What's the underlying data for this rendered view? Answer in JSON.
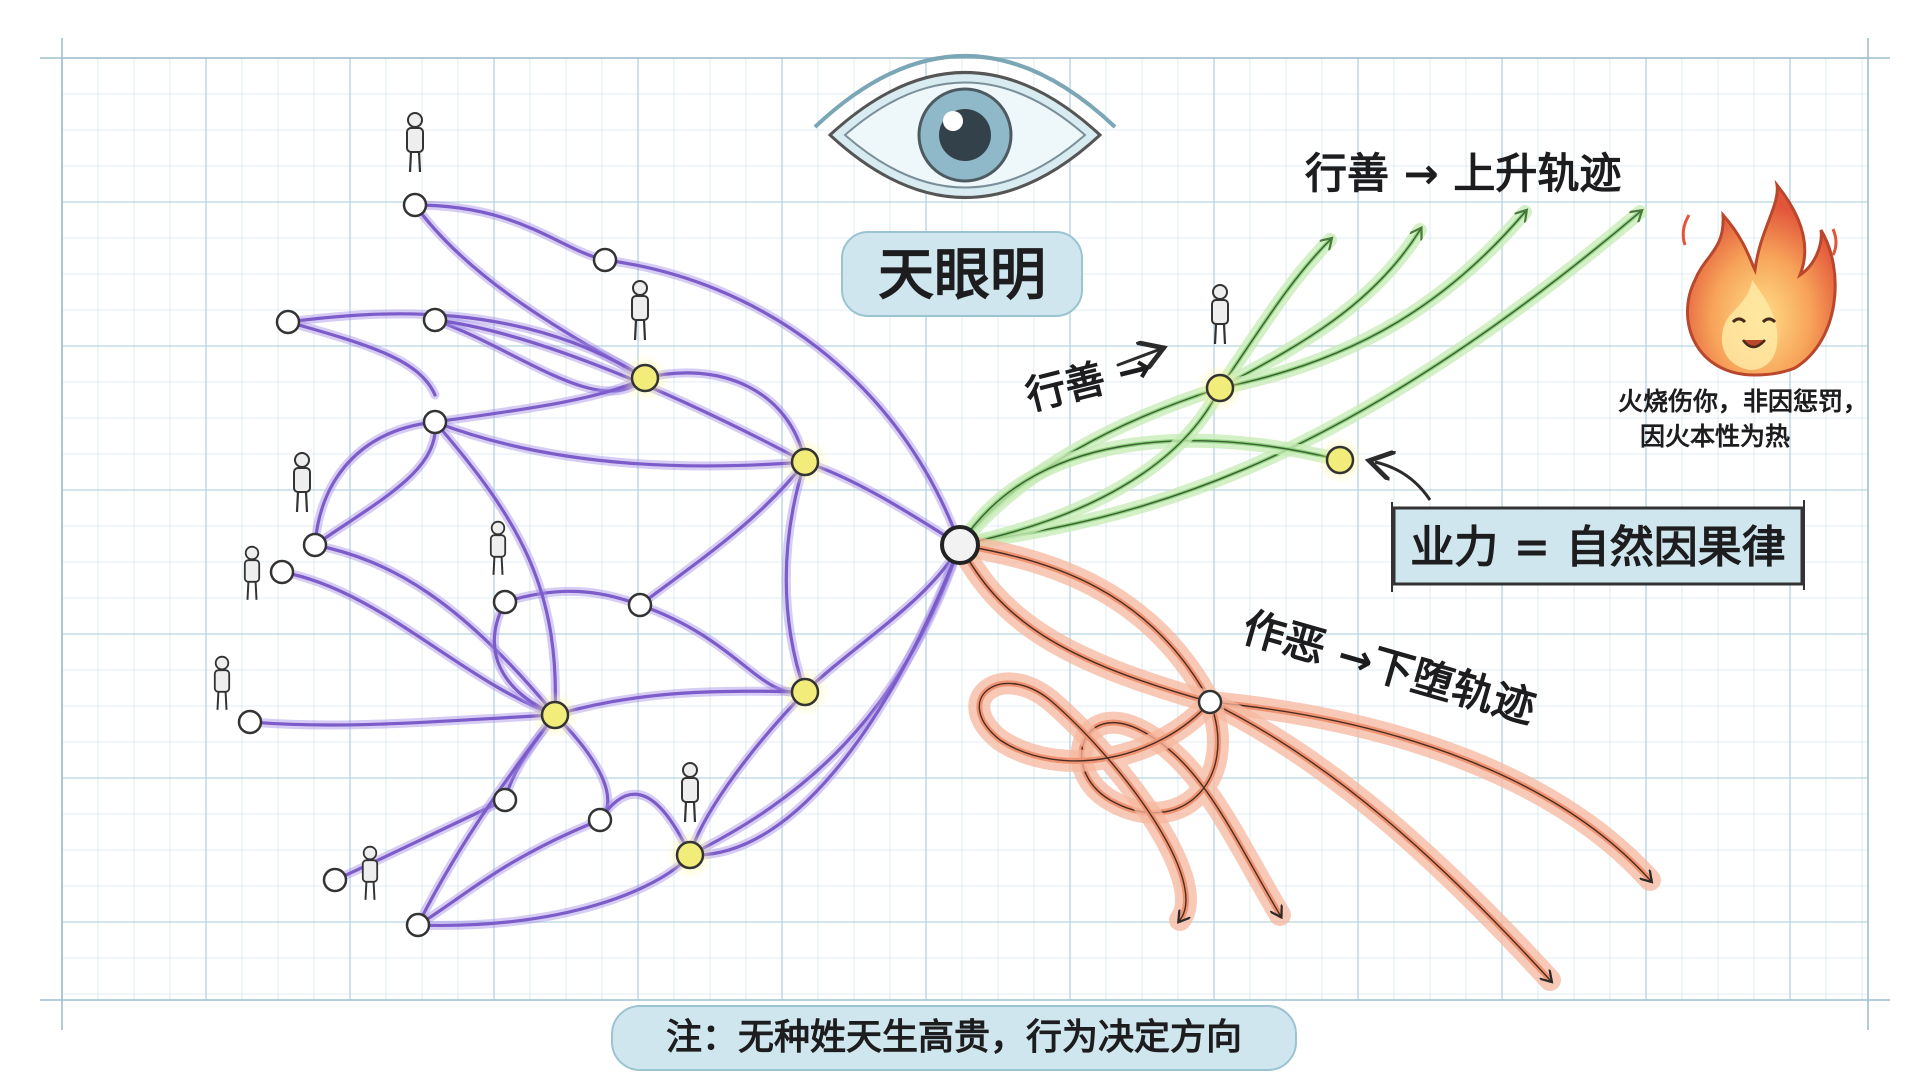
{
  "title": "天眼明",
  "good_path": {
    "short_label": "行善 →",
    "trajectory_label": "行善 → 上升轨迹"
  },
  "evil_path": {
    "trajectory_label": "作恶 →下堕轨迹"
  },
  "karma_box": {
    "label": "业力 = 自然因果律"
  },
  "fire_note": {
    "line1": "火烧伤你，非因惩罚，",
    "line2": "因火本性为热"
  },
  "footer_note": "注：无种姓天生高贵，行为决定方向",
  "colors": {
    "purple": "#7b5cc9",
    "purple_light": "#a58ee6",
    "green": "#8fd37f",
    "green_light": "#c8ecb8",
    "orange": "#ee9373",
    "orange_light": "#f6b79d",
    "yellow_node": "#f2ec7a",
    "grid": "#bcd7e4",
    "pill": "#cfe6ee",
    "ink": "#2b2b2b"
  },
  "icons": [
    "eye-icon",
    "flame-face-icon",
    "person-icon",
    "arrow-icon"
  ]
}
